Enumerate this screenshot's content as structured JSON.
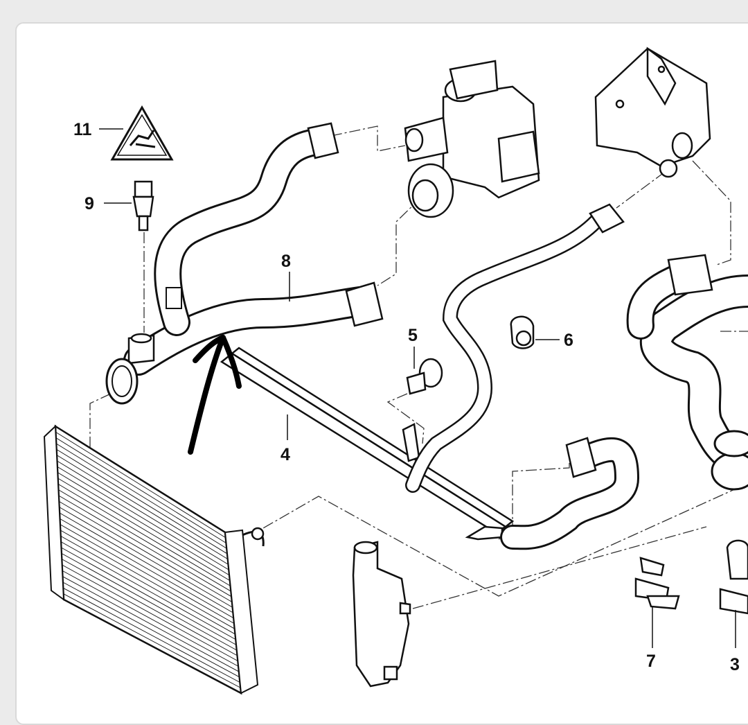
{
  "diagram": {
    "callouts": {
      "c11": "11",
      "c9": "9",
      "c8": "8",
      "c5": "5",
      "c6": "6",
      "c4": "4",
      "c7": "7",
      "c3": "3"
    },
    "colors": {
      "background": "#ebebeb",
      "panel": "#ffffff",
      "ink": "#111111",
      "hand_arrow": "#000000"
    }
  }
}
